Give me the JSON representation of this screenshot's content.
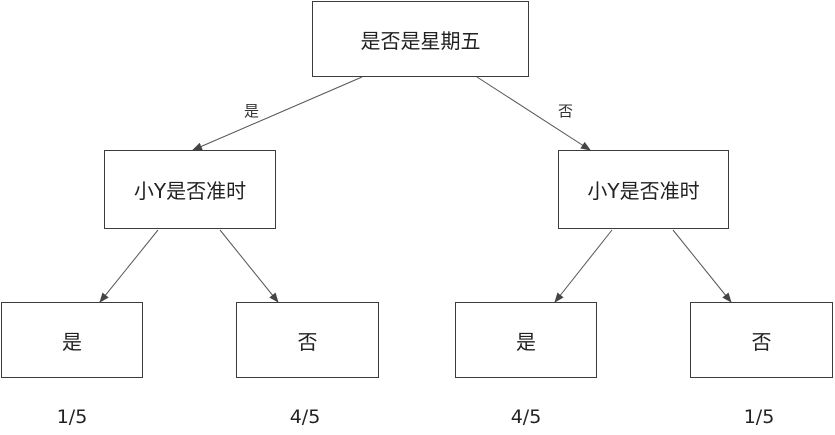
{
  "root": {
    "label": "是否是星期五"
  },
  "edge_labels": {
    "yes": "是",
    "no": "否"
  },
  "left_branch": {
    "label": "小Y是否准时"
  },
  "right_branch": {
    "label": "小Y是否准时"
  },
  "leaves": [
    {
      "label": "是",
      "value": "1/5"
    },
    {
      "label": "否",
      "value": "4/5"
    },
    {
      "label": "是",
      "value": "4/5"
    },
    {
      "label": "否",
      "value": "1/5"
    }
  ]
}
